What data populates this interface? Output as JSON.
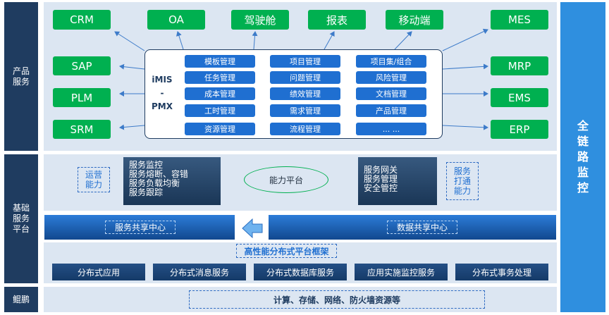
{
  "side": {
    "product": "产品\n服务",
    "platform": "基础\n服务\n平台",
    "infra": "鲲鹏",
    "monitor": "全\n链\n路\n监\n控"
  },
  "top_systems": [
    "CRM",
    "OA",
    "驾驶舱",
    "报表",
    "移动端",
    "MES"
  ],
  "left_systems": [
    "SAP",
    "PLM",
    "SRM"
  ],
  "right_systems": [
    "MRP",
    "EMS",
    "ERP"
  ],
  "imis": {
    "title": "iMIS\n-\nPMX"
  },
  "modules": {
    "col1": [
      "模板管理",
      "任务管理",
      "成本管理",
      "工时管理",
      "资源管理"
    ],
    "col2": [
      "项目管理",
      "问题管理",
      "绩效管理",
      "需求管理",
      "流程管理"
    ],
    "col3": [
      "项目集/组合",
      "风险管理",
      "文档管理",
      "产品管理",
      "... ..."
    ]
  },
  "platform": {
    "ops_label": "运营\n能力",
    "service_left": [
      "服务监控",
      "服务熔断、容错",
      "服务负载均衡",
      "服务跟踪"
    ],
    "capability": "能力平台",
    "service_right": [
      "服务网关",
      "服务管理",
      "安全管控"
    ],
    "connect_label": "服务\n打通\n能力",
    "service_center": "服务共享中心",
    "data_center": "数据共享中心",
    "framework_title": "高性能分布式平台框架",
    "distributed": [
      "分布式应用",
      "分布式消息服务",
      "分布式数据库服务",
      "应用实施监控服务",
      "分布式事务处理"
    ]
  },
  "infra": {
    "resources": "计算、存储、网络、防火墙资源等"
  },
  "colors": {
    "green": "#00b050",
    "navy": "#1f3c60",
    "blue": "#1f6fd1",
    "monitor": "#2f8fdf",
    "zone": "#dce6f2"
  }
}
